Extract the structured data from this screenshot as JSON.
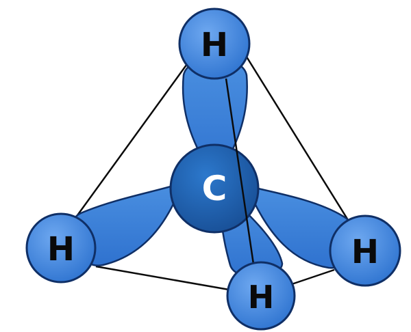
{
  "molecule": {
    "central_atom": {
      "symbol": "C"
    },
    "hydrogens": [
      {
        "id": "top",
        "symbol": "H"
      },
      {
        "id": "left",
        "symbol": "H"
      },
      {
        "id": "right",
        "symbol": "H"
      },
      {
        "id": "bottom",
        "symbol": "H"
      }
    ]
  },
  "colors": {
    "lobe_fill": "#3a7fd6",
    "lobe_stroke": "#0f2f66",
    "hydrogen_fill": "#3b82e0",
    "carbon_fill": "#1d5fb0",
    "edge": "#0b0b0b",
    "label_h": "#0a0a0a",
    "label_c": "#ffffff"
  }
}
